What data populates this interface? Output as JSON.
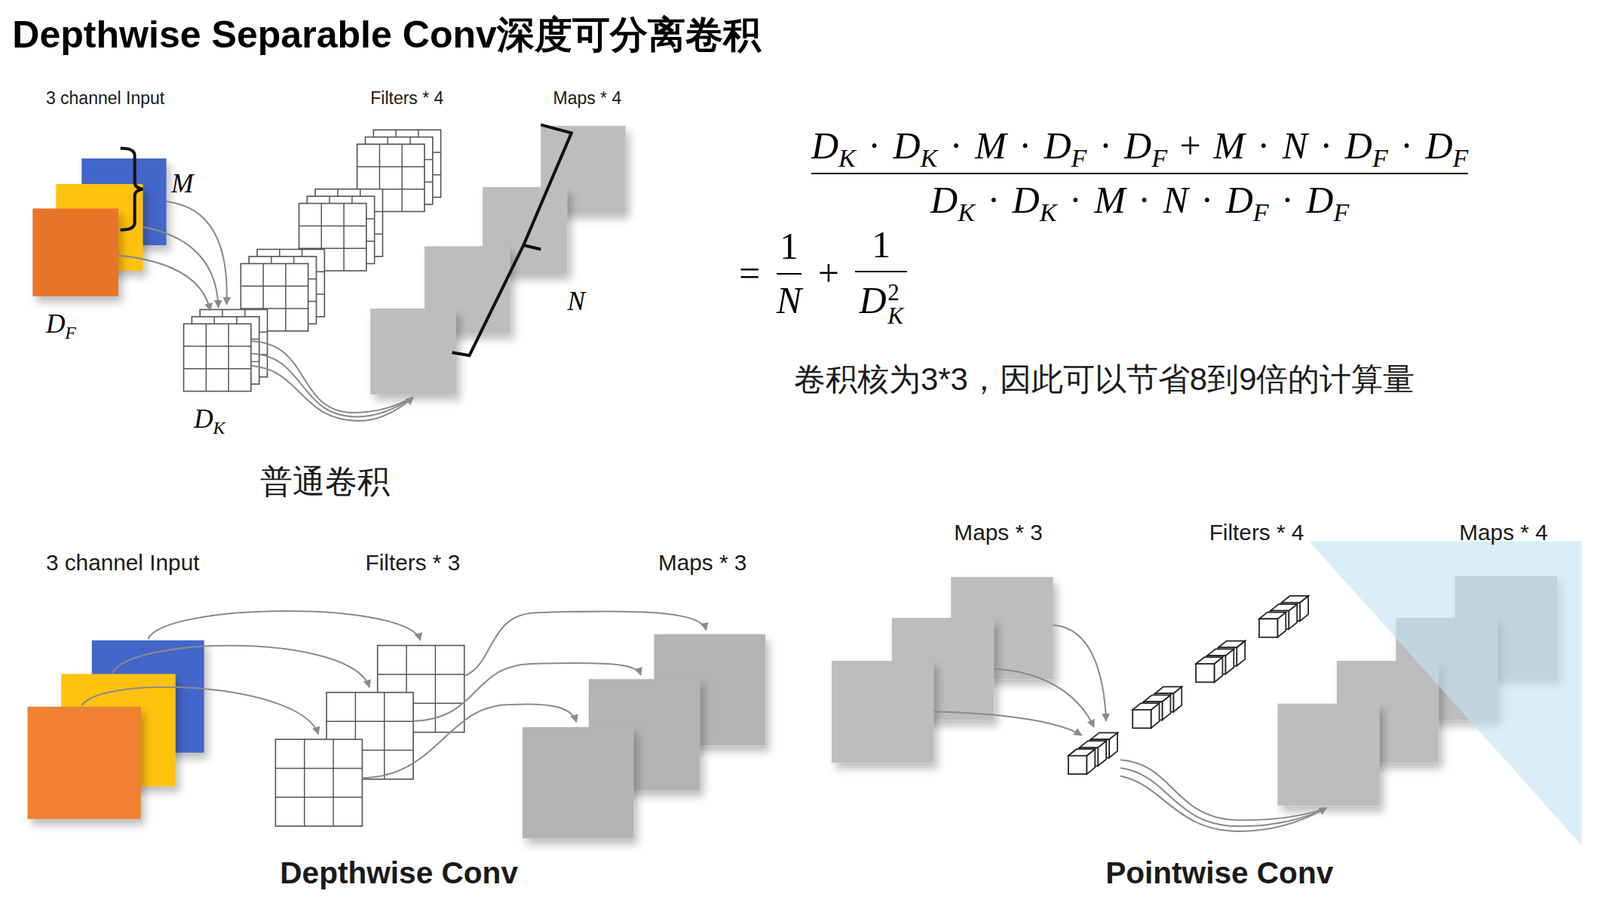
{
  "diagram": {
    "title": "Depthwise Separable Conv深度可分离卷积",
    "labels": [
      "3 channel Input",
      "Filters * 4",
      "Maps * 4",
      "M",
      "N",
      "D",
      "F",
      "D",
      "K",
      "普通卷积",
      "D",
      "K",
      "·",
      "D",
      "K",
      "·",
      "M",
      "·",
      "D",
      "F",
      "·",
      "D",
      "F",
      "+",
      "M",
      "·",
      "N",
      "·",
      "D",
      "F",
      "·",
      "D",
      "F",
      "D",
      "K",
      "·",
      "D",
      "K",
      "·",
      "M",
      "·",
      "N",
      "·",
      "D",
      "F",
      "·",
      "D",
      "F",
      "=",
      "1",
      "N",
      "+",
      "1",
      "D",
      "2",
      "K",
      "卷积核为3*3，因此可以节省8到9倍的计算量",
      "3 channel Input",
      "Filters * 3",
      "Maps * 3",
      "Depthwise Conv",
      "Maps * 3",
      "Filters * 4",
      "Maps * 4",
      "Pointwise Conv"
    ]
  }
}
